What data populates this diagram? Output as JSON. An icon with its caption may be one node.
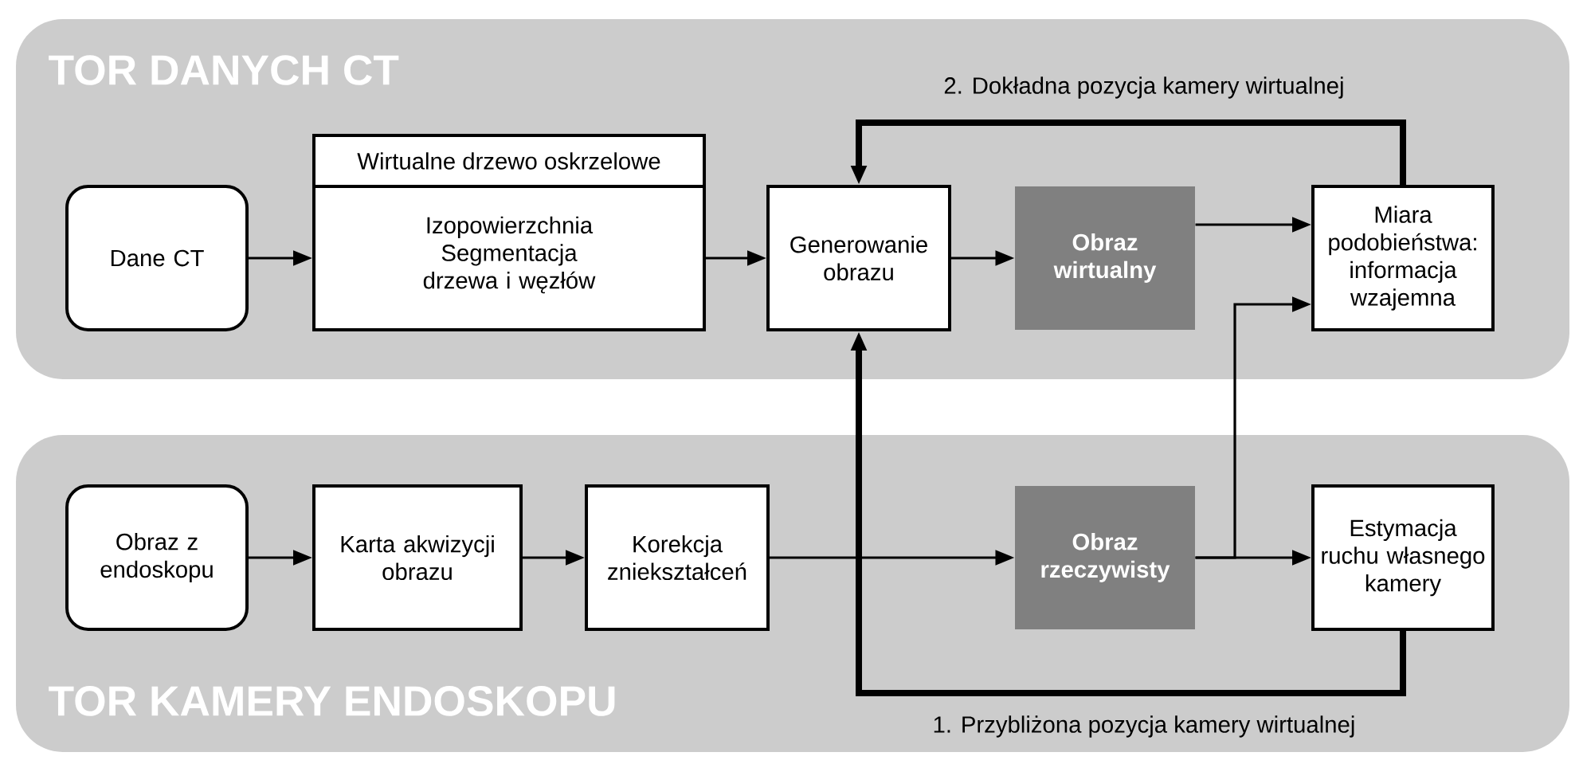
{
  "diagram": {
    "nodes": [
      {
        "text": [
          "TOR DANYCH CT"
        ]
      },
      {
        "text": [
          "Dane CT"
        ],
        "in": 0
      },
      {
        "text": [
          "Wirtualne drzewo oskrzelowe",
          "Izopowierzchnia Segmentacja drzewa i węzłów"
        ],
        "in": 0
      },
      {
        "text": [
          "Generowanie obrazu"
        ],
        "in": 0
      },
      {
        "text": [
          "Obraz wirtualny"
        ],
        "in": 0
      },
      {
        "text": [
          "Miara podobieństwa: informacja wzajemna"
        ],
        "in": 0
      },
      {
        "text": [
          "TOR KAMERY ENDOSKOPU"
        ]
      },
      {
        "text": [
          "Obraz z endoskopu"
        ],
        "in": 6
      },
      {
        "text": [
          "Karta akwizycji obrazu"
        ],
        "in": 6
      },
      {
        "text": [
          "Korekcja zniekształceń"
        ],
        "in": 6
      },
      {
        "text": [
          "Obraz rzeczywisty"
        ],
        "in": 6
      },
      {
        "text": [
          "Estymacja ruchu własnego kamery"
        ],
        "in": 6
      }
    ],
    "edges": [
      {
        "from": 1,
        "to": 2,
        "arrow": "to"
      },
      {
        "from": 2,
        "to": 3,
        "arrow": "to"
      },
      {
        "from": 3,
        "to": 4,
        "arrow": "to"
      },
      {
        "from": 4,
        "to": 5,
        "arrow": "to"
      },
      {
        "from": 7,
        "to": 8,
        "arrow": "to"
      },
      {
        "from": 8,
        "to": 9,
        "arrow": "to"
      },
      {
        "from": 9,
        "to": 10,
        "arrow": "to"
      },
      {
        "from": 10,
        "to": 11,
        "arrow": "to"
      },
      {
        "from": 10,
        "to": 5,
        "arrow": "to"
      },
      {
        "from": 11,
        "to": 3,
        "arrow": "to",
        "label": "1. Przybliżona pozycja kamery wirtualnej",
        "style": "thick"
      },
      {
        "from": 5,
        "to": 3,
        "arrow": "to",
        "label": "2. Dokładna pozycja kamery wirtualnej",
        "style": "thick"
      }
    ]
  }
}
